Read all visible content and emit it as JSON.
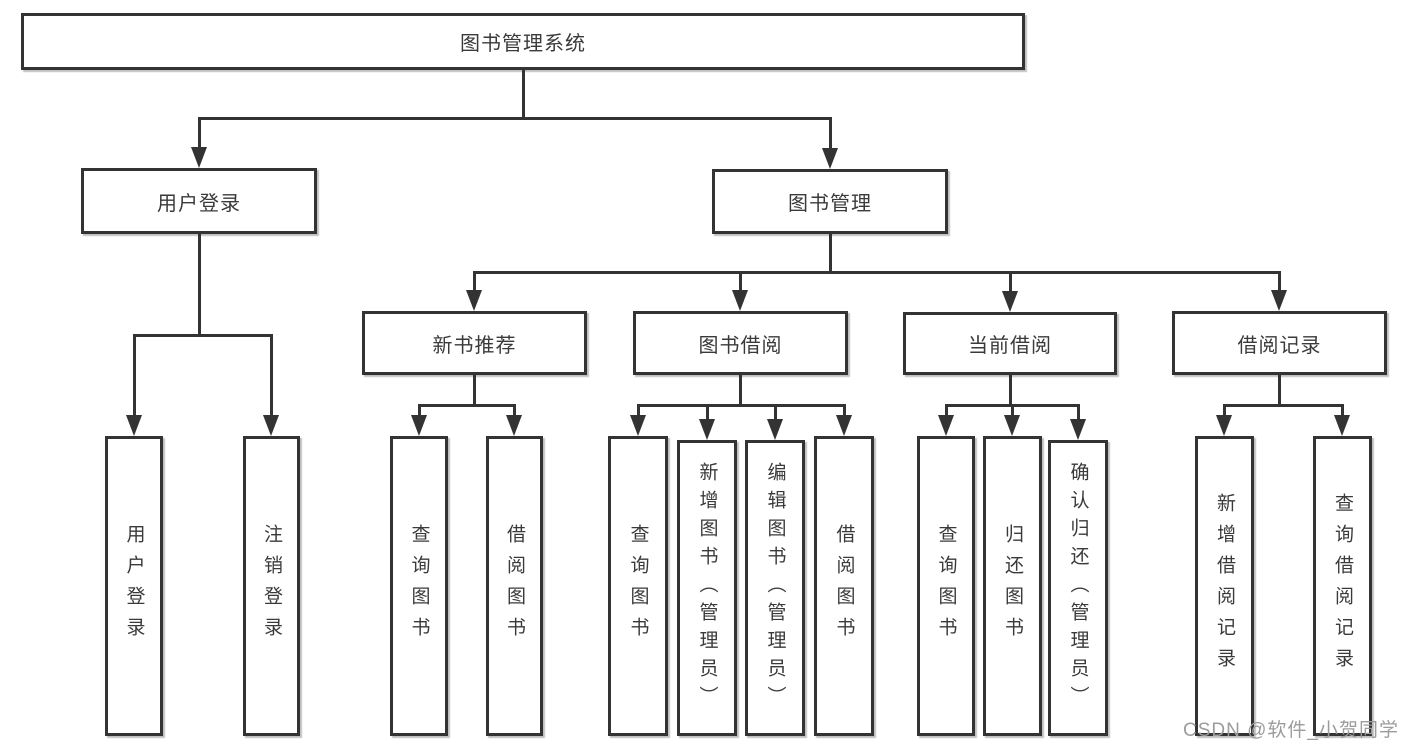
{
  "diagram": {
    "tree": {
      "label": "图书管理系统",
      "children": [
        {
          "label": "用户登录",
          "children": [
            {
              "label": "用户登录"
            },
            {
              "label": "注销登录"
            }
          ]
        },
        {
          "label": "图书管理",
          "children": [
            {
              "label": "新书推荐",
              "children": [
                {
                  "label": "查询图书"
                },
                {
                  "label": "借阅图书"
                }
              ]
            },
            {
              "label": "图书借阅",
              "children": [
                {
                  "label": "查询图书"
                },
                {
                  "label": "新增图书（管理员）"
                },
                {
                  "label": "编辑图书（管理员）"
                },
                {
                  "label": "借阅图书"
                }
              ]
            },
            {
              "label": "当前借阅",
              "children": [
                {
                  "label": "查询图书"
                },
                {
                  "label": "归还图书"
                },
                {
                  "label": "确认归还（管理员）"
                }
              ]
            },
            {
              "label": "借阅记录",
              "children": [
                {
                  "label": "新增借阅记录"
                },
                {
                  "label": "查询借阅记录"
                }
              ]
            }
          ]
        }
      ]
    }
  },
  "watermark": {
    "text": "CSDN @软件_小贺同学"
  },
  "colors": {
    "line": "#333333",
    "box_border": "#333333",
    "box_fill": "#ffffff",
    "text": "#3a3a3a",
    "watermark": "#9c9c9c",
    "background": "#ffffff"
  }
}
